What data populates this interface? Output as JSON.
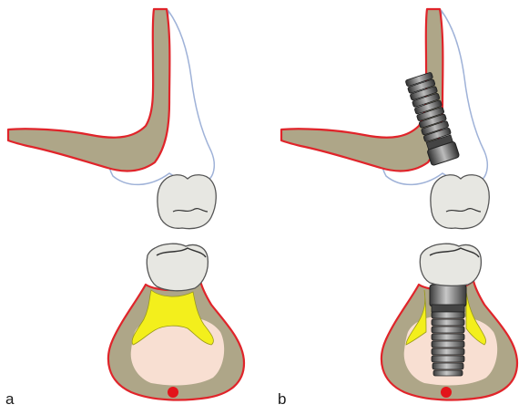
{
  "panels": [
    {
      "label": "a"
    },
    {
      "label": "b"
    }
  ],
  "colors": {
    "bone_fill": "#aea688",
    "bone_outline": "#e0242a",
    "soft_tissue_outline": "#9fb2d8",
    "tooth_fill": "#e7e7e2",
    "tooth_outline": "#555555",
    "gingiva_yellow": "#f3ef1c",
    "cancellous_pink": "#f8dfd2",
    "nerve_canal_dot": "#e3141b",
    "implant_metal_dark": "#2a2a2a",
    "implant_metal_light": "#b9b9b9"
  },
  "icons": [
    "maxillary-bone-section",
    "mandibular-bone-section",
    "crown-tooth",
    "dental-implant"
  ]
}
